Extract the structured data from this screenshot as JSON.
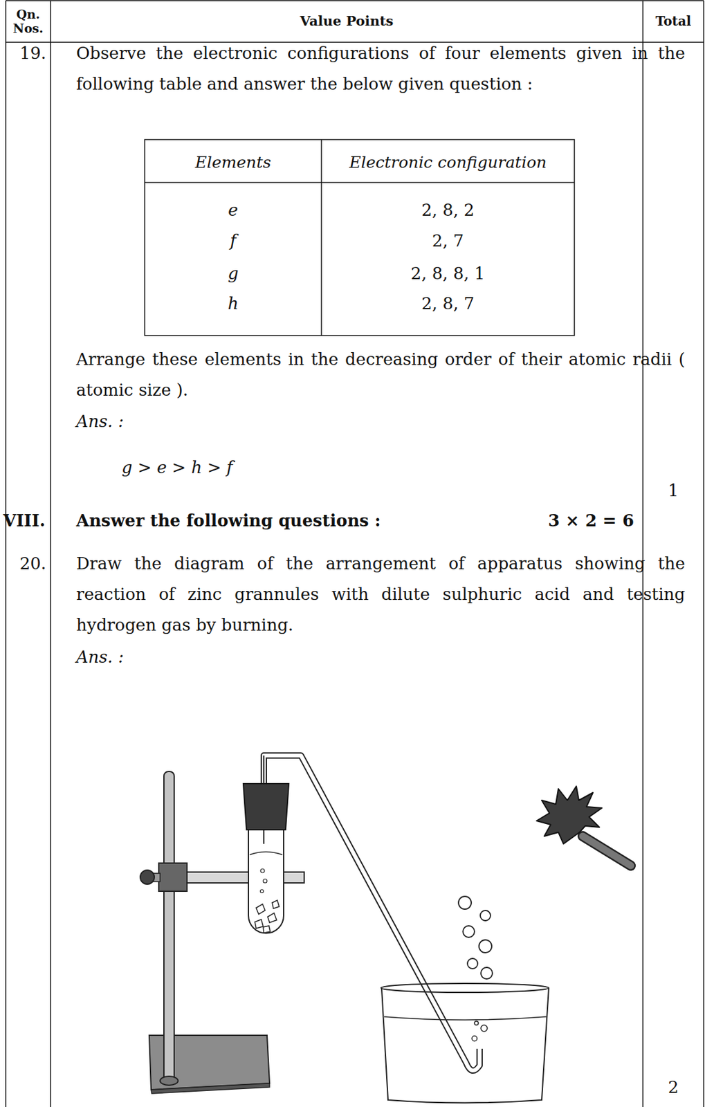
{
  "diagram": {
    "labels": [
      "Qn. Nos.",
      "Value Points",
      "Total",
      "19.",
      "Observe the electronic configurations of four elements given in the following table and answer the below given question :",
      "Elements",
      "Electronic configuration",
      "e",
      "2, 8, 2",
      "f",
      "2, 7",
      "g",
      "2, 8, 8, 1",
      "h",
      "2, 8, 7",
      "Arrange these elements in the decreasing order of their atomic radii ( atomic size ).",
      "Ans. :",
      "g > e > h > f",
      "1",
      "VIII.",
      "Answer the following questions :",
      "3 × 2 = 6",
      "20.",
      "Draw the diagram of the arrangement of apparatus showing the reaction of zinc grannules with dilute sulphuric acid and testing hydrogen gas by burning.",
      "Ans. :",
      "2"
    ]
  }
}
